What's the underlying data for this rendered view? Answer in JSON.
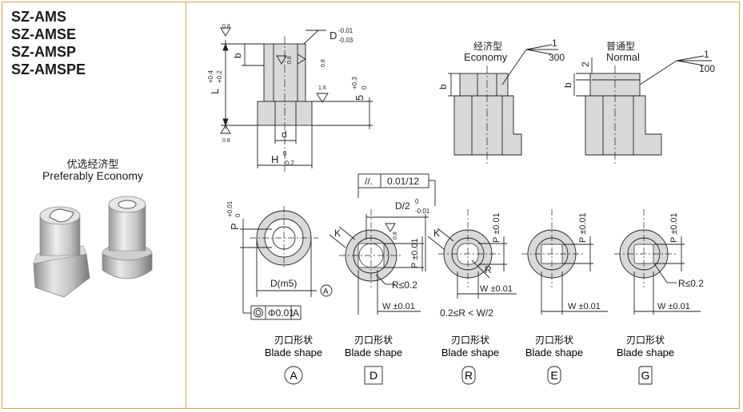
{
  "product_codes": [
    "SZ-AMS",
    "SZ-AMSE",
    "SZ-AMSP",
    "SZ-AMSPE"
  ],
  "photo_caption": {
    "cn": "优选经济型",
    "en": "Preferably Economy"
  },
  "side_view": {
    "labels": {
      "D": "D",
      "D_tol_upper": "-0.01",
      "D_tol_lower": "-0.03",
      "L": "L",
      "L_tol_upper": "+0.4",
      "L_tol_lower": "+0.2",
      "b": "b",
      "d": "d",
      "H": "H",
      "H_tol_upper": "0",
      "H_tol_lower": "-0.2",
      "five": "5",
      "five_tol_upper": "+0.3",
      "five_tol_lower": "0",
      "rough_08": "0.8",
      "rough_16": "1.6"
    }
  },
  "economy_view": {
    "cn": "经济型",
    "en": "Economy",
    "taper_top": "1",
    "taper_bottom": "300",
    "b": "b"
  },
  "normal_view": {
    "cn": "普通型",
    "en": "Normal",
    "taper_top": "1",
    "taper_bottom": "100",
    "b": "b",
    "two": "2"
  },
  "top_view": {
    "P": "P",
    "P_tol_upper": "+0.01",
    "P_tol_lower": "0",
    "D_m5": "D(m5)",
    "datum": "A",
    "runout": "Φ0.01",
    "runout_datum": "A"
  },
  "parallel_callout": {
    "symbol": "//.",
    "value": "0.01/12"
  },
  "blade_shapes": [
    {
      "code": "A",
      "cn": "刃口形状",
      "en": "Blade shape"
    },
    {
      "code": "D",
      "cn": "刃口形状",
      "en": "Blade shape",
      "half_D": "D/2",
      "half_D_tol_upper": "0",
      "half_D_tol_lower": "-0.01",
      "K": "K",
      "P_tol": "P ±0.01",
      "R": "R≤0.2",
      "W": "W ±0.01",
      "rough": "0.8"
    },
    {
      "code": "R",
      "cn": "刃口形状",
      "en": "Blade shape",
      "K": "K",
      "P_tol": "P ±0.01",
      "R": "R",
      "W": "W ±0.01",
      "range": "0.2≤R < W/2"
    },
    {
      "code": "E",
      "cn": "刃口形状",
      "en": "Blade shape",
      "P_tol": "P ±0.01",
      "W": "W ±0.01"
    },
    {
      "code": "G",
      "cn": "刃口形状",
      "en": "Blade shape",
      "P_tol": "P ±0.01",
      "R": "R≤0.2",
      "W": "W ±0.01"
    }
  ],
  "colors": {
    "frame": "#d9a441",
    "part_fill": "#d9d9d9",
    "line": "#222222"
  }
}
